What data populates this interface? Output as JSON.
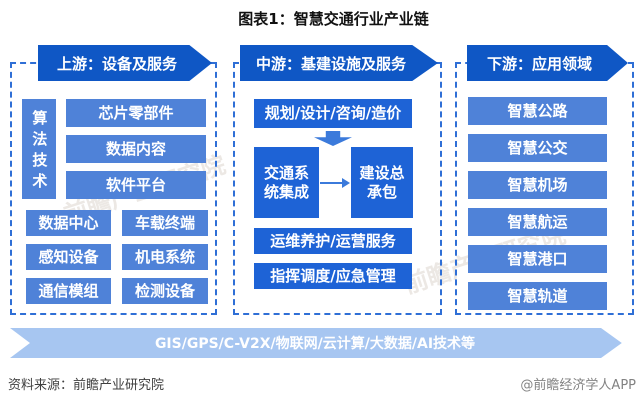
{
  "title": "图表1：智慧交通行业产业链",
  "colors": {
    "header_bg": "#0F57C5",
    "deep_box_bg": "#1E63D6",
    "medium_box_bg": "#4F82D8",
    "banner_bg": "#A7C6F1",
    "dashed_border": "#2F6FD6",
    "arrow": "#3B7ADB",
    "footer_source_color": "#3F3F3F",
    "footer_credit_color": "#828282"
  },
  "upstream": {
    "header": "上游：设备及服务",
    "algorithm": "算法技术",
    "stack": [
      "芯片零部件",
      "数据内容",
      "软件平台"
    ],
    "grid": [
      "数据中心",
      "车载终端",
      "感知设备",
      "机电系统",
      "通信模组",
      "检测设备"
    ]
  },
  "midstream": {
    "header": "中游：基建设施及服务",
    "planning": "规划/设计/咨询/造价",
    "integration": "交通系统集成",
    "contracting": "建设总承包",
    "services": [
      "运维养护/运营服务",
      "指挥调度/应急管理"
    ]
  },
  "downstream": {
    "header": "下游：应用领域",
    "items": [
      "智慧公路",
      "智慧公交",
      "智慧机场",
      "智慧航运",
      "智慧港口",
      "智慧轨道"
    ]
  },
  "banner": {
    "text": "GIS/GPS/C-V2X/物联网/云计算/大数据/AI技术等"
  },
  "footer": {
    "source": "资料来源：前瞻产业研究院",
    "credit": "@前瞻经济学人APP"
  },
  "watermark": "前瞻产业研究院"
}
